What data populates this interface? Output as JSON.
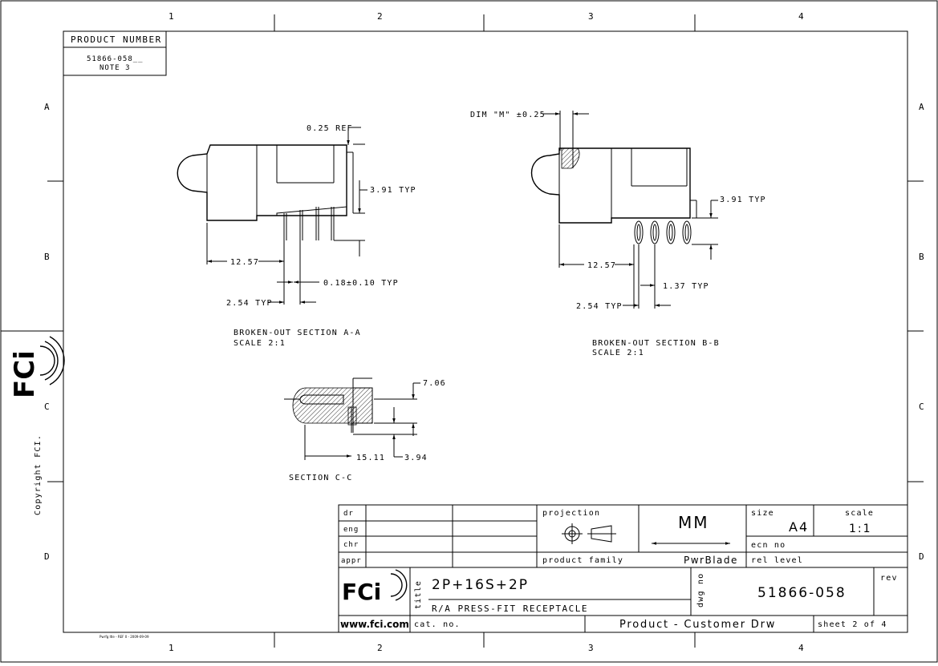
{
  "border": {
    "top_zones": [
      "1",
      "2",
      "3",
      "4"
    ],
    "side_zones": [
      "A",
      "B",
      "C",
      "D"
    ],
    "bottom_zones": [
      "1",
      "2",
      "3",
      "4"
    ]
  },
  "copyright": "Copyright FCI.",
  "logo_side": "FCi",
  "product_number": {
    "label": "PRODUCT NUMBER",
    "value": "51866-058__",
    "note": "NOTE 3"
  },
  "section_aa": {
    "title": "BROKEN-OUT SECTION  A-A",
    "scale": "SCALE  2:1",
    "dims": {
      "ref": "0.25 REF",
      "typ_391": "3.91 TYP",
      "d1257": "12.57",
      "pin": "0.18±0.10 TYP",
      "pitch": "2.54 TYP"
    }
  },
  "section_bb": {
    "title": "BROKEN-OUT SECTION  B-B",
    "scale": "SCALE  2:1",
    "dims": {
      "dim_m": "DIM \"M\" ±0.25",
      "typ_391": "3.91 TYP",
      "d1257": "12.57",
      "d137": "1.37 TYP",
      "pitch": "2.54 TYP"
    }
  },
  "section_cc": {
    "title": "SECTION  C-C",
    "dims": {
      "d706": "7.06",
      "d1511": "15.11",
      "d394": "3.94"
    }
  },
  "title_block": {
    "rows": [
      "dr",
      "eng",
      "chr",
      "appr"
    ],
    "projection_label": "projection",
    "units": "MM",
    "size_label": "size",
    "size_value": "A4",
    "scale_label": "scale",
    "scale_value": "1:1",
    "ecn_label": "ecn no",
    "product_family_label": "product family",
    "product_family_value": "PwrBlade",
    "rel_level_label": "rel level",
    "logo": "FCi",
    "website": "www.fci.com",
    "title_label": "title",
    "title_line1": "2P+16S+2P",
    "title_line2": "R/A PRESS-FIT RECEPTACLE",
    "dwg_label": "dwg no",
    "dwg_number": "51866-058",
    "rev_label": "rev",
    "cat_label": "cat. no.",
    "drawing_type": "Product - Customer Drw",
    "sheet": "sheet 2 of 4"
  },
  "footer_tiny": "Pwrfg Itle - REF 0 - 2009-09-09"
}
